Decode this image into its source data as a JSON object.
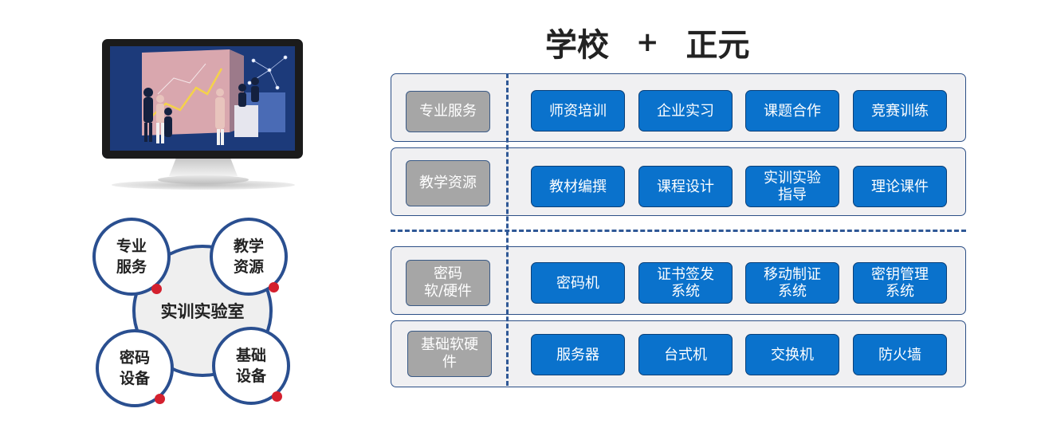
{
  "header": {
    "left": "学校",
    "plus": "+",
    "right": "正元"
  },
  "rows": [
    {
      "category": "专业服务",
      "items": [
        "师资培训",
        "企业实习",
        "课题合作",
        "竞赛训练"
      ]
    },
    {
      "category": "教学资源",
      "items": [
        "教材编撰",
        "课程设计",
        "实训实验\n指导",
        "理论课件"
      ]
    },
    {
      "category": "密码\n软/硬件",
      "items": [
        "密码机",
        "证书签发\n系统",
        "移动制证\n系统",
        "密钥管理\n系统"
      ]
    },
    {
      "category": "基础软硬\n件",
      "items": [
        "服务器",
        "台式机",
        "交换机",
        "防火墙"
      ]
    }
  ],
  "lab": {
    "center": "实训实验室",
    "nodes": [
      "专业\n服务",
      "教学\n资源",
      "密码\n设备",
      "基础\n设备"
    ]
  },
  "colors": {
    "item_blue": "#0a72cc",
    "category_gray": "#a6a6a6",
    "border_navy": "#2a4f90",
    "dot_red": "#d4202e"
  }
}
